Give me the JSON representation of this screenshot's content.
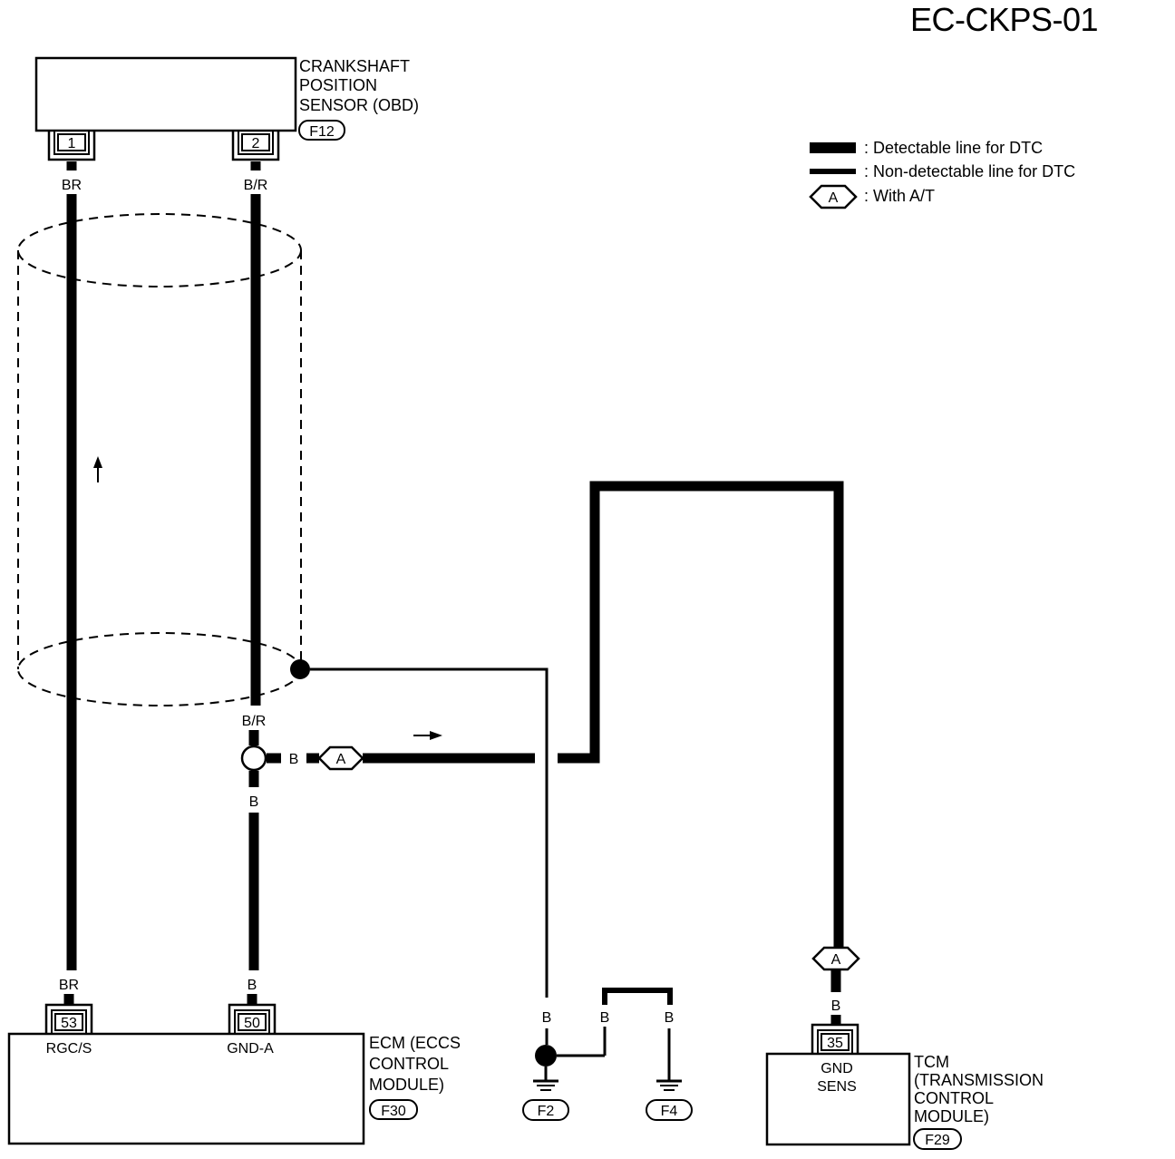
{
  "title": "EC-CKPS-01",
  "sensor": {
    "name_lines": [
      "CRANKSHAFT",
      "POSITION",
      "SENSOR (OBD)"
    ],
    "connector": "F12",
    "pins": [
      "1",
      "2"
    ]
  },
  "legend": {
    "detectable": ": Detectable line for DTC",
    "non_detectable": ": Non-detectable line for DTC",
    "with_at": ": With A/T",
    "with_at_symbol": "A"
  },
  "wires": {
    "br_top": "BR",
    "br_bottom": "BR",
    "br_slash_top": "B/R",
    "br_slash_mid": "B/R",
    "b_junction_right": "B",
    "b_junction_down": "B",
    "b_ecm": "B",
    "b_ground_f2": "B",
    "b_ground_f4_left": "B",
    "b_ground_f4_right": "B",
    "b_tcm": "B",
    "option_symbol_mid": "A",
    "option_symbol_tcm": "A"
  },
  "ecm": {
    "name_lines": [
      "ECM (ECCS",
      "CONTROL",
      "MODULE)"
    ],
    "connector": "F30",
    "pins": [
      "53",
      "50"
    ],
    "pin_labels": [
      "RGC/S",
      "GND-A"
    ]
  },
  "grounds": {
    "left": "F2",
    "right": "F4"
  },
  "tcm": {
    "name_lines": [
      "TCM",
      "(TRANSMISSION",
      "CONTROL",
      "MODULE)"
    ],
    "connector": "F29",
    "pin": "35",
    "pin_label_lines": [
      "GND",
      "SENS"
    ]
  }
}
